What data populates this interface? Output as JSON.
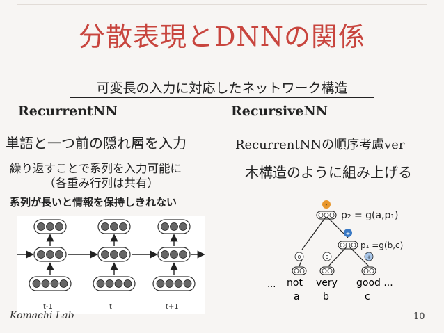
{
  "title": "分散表現とDNNの関係",
  "subtitle": "可変長の入力に対応したネットワーク構造",
  "left": {
    "heading": "RecurrentNN",
    "line1": "単語と一つ前の隠れ層を入力",
    "line2": "繰り返すことで系列を入力可能に",
    "line3": "（各重み行列は共有）",
    "line4": "系列が長いと情報を保持しきれない",
    "figure": {
      "time_labels": [
        "t-1",
        "t",
        "t+1"
      ]
    }
  },
  "right": {
    "heading": "RecursiveNN",
    "line1": "RecurrentNNの順序考慮ver",
    "line2": "木構造のように組み上げる",
    "figure": {
      "p2_label": "p₂ = g(a,p₁)",
      "p1_label": "p₁ =g(b,c)",
      "node_scores": [
        "-",
        "+",
        "0",
        "0",
        "+"
      ],
      "words": [
        "not",
        "very",
        "good ..."
      ],
      "leading_ellipsis": "...",
      "symbols": [
        "a",
        "b",
        "c"
      ]
    }
  },
  "footer": {
    "lab": "Komachi Lab",
    "page": "10"
  },
  "colors": {
    "title": "#c8453e",
    "background": "#f7f5f3",
    "node_negative": "#e8962a",
    "node_positive_dark": "#3a79c4",
    "node_positive_light": "#a9c6e8"
  }
}
